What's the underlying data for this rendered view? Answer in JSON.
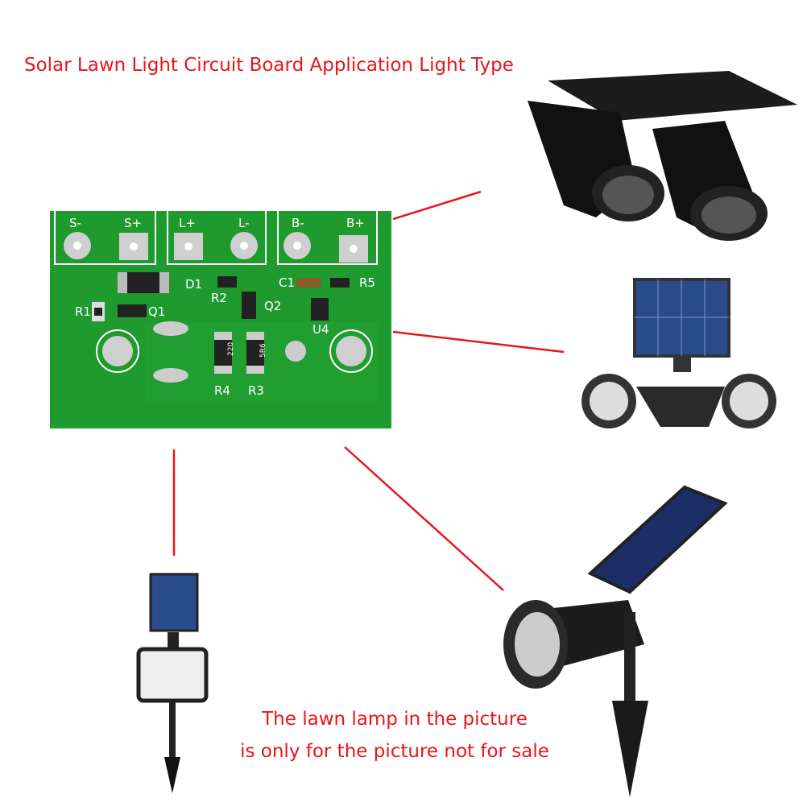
{
  "title": "Solar Lawn Light Circuit Board Application Light Type",
  "note": {
    "line1": "The lawn lamp in the picture",
    "line2": "is only for the picture  not for sale"
  },
  "pcb": {
    "terminals": [
      "S-",
      "S+",
      "L+",
      "L-",
      "B-",
      "B+"
    ],
    "components": {
      "d1": "D1",
      "r1": "R1",
      "q1": "Q1",
      "r2": "R2",
      "q2": "Q2",
      "c1": "C1",
      "r5": "R5",
      "u4": "U4",
      "r4": "R4",
      "r3": "R3"
    },
    "markings": {
      "r4": "220",
      "r3": "5R6"
    }
  },
  "colors": {
    "pcb": "#1f9a2e",
    "annotation": "#e8151b"
  }
}
